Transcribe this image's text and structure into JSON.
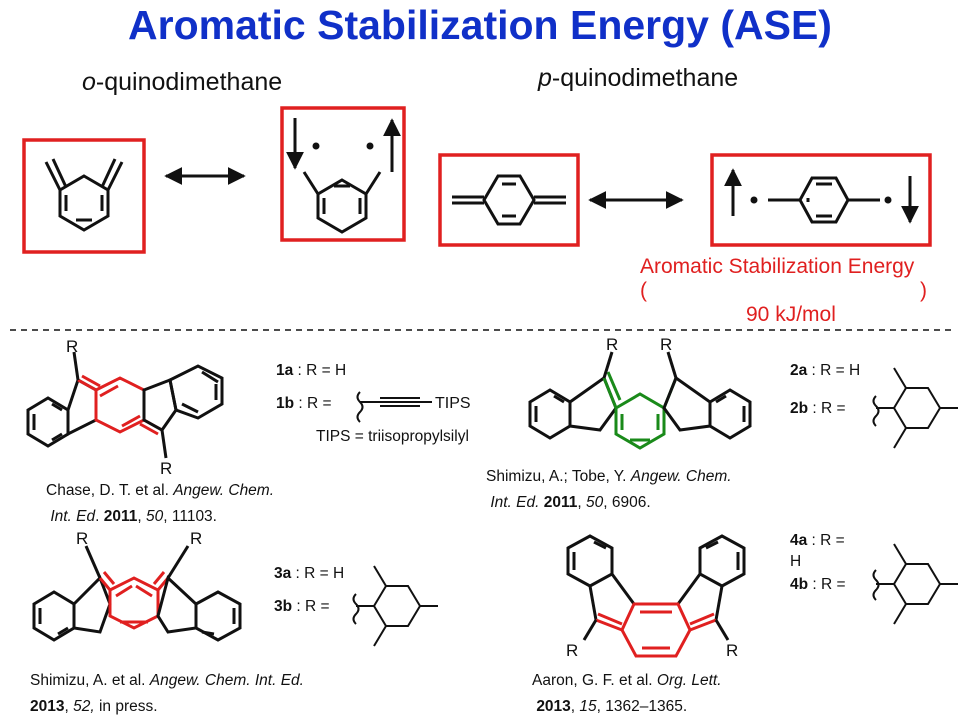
{
  "title": "Aromatic Stabilization Energy (ASE)",
  "o_label": {
    "prefix": "o",
    "rest": "-quinodimethane"
  },
  "p_label": {
    "prefix": "p",
    "rest": "-quinodimethane"
  },
  "ase": {
    "line1": "Aromatic Stabilization Energy",
    "line2": "(             )",
    "line3": "90 kJ/mol"
  },
  "compound1": {
    "label_a_bold": "1a",
    "label_a_rest": " : R = H",
    "label_b_bold": "1b",
    "label_b_rest": " : R = ",
    "tips": "TIPS",
    "tips_def": "TIPS = triisopropylsilyl",
    "r": "R"
  },
  "compound2": {
    "label_a_bold": "2a",
    "label_a_rest": " : R = H",
    "label_b_bold": "2b",
    "label_b_rest": " : R = ",
    "r": "R"
  },
  "compound3": {
    "label_a_bold": "3a",
    "label_a_rest": " : R = H",
    "label_b_bold": "3b",
    "label_b_rest": " : R = ",
    "r": "R"
  },
  "compound4": {
    "label_a_bold": "4a",
    "label_a_rest": " : R =",
    "label_a_line2": "H",
    "label_b_bold": "4b",
    "label_b_rest": " : R = ",
    "r": "R"
  },
  "citations": {
    "c1": {
      "a": "Chase, D. T.  et al. ",
      "j1": "Angew. Chem.",
      "j2": "Int. Ed",
      "dot": ". ",
      "year": "2011",
      "sep": ", ",
      "vol": "50",
      "pages": ", 11103."
    },
    "c2": {
      "a": "Shimizu, A.; Tobe, Y. ",
      "j1": "Angew. Chem.",
      "j2": "Int. Ed.",
      "sp": " ",
      "year": "2011",
      "sep": ", ",
      "vol": "50",
      "pages": ", 6906."
    },
    "c3": {
      "a": "Shimizu, A. et al. ",
      "j1": "Angew. Chem. Int. Ed.",
      "year": "2013",
      "sep": ", ",
      "vol": "52,",
      "pages": " in press."
    },
    "c4": {
      "a": "Aaron, G. F. et al. ",
      "j1": "Org. Lett.",
      "year": "2013",
      "sep": ", ",
      "vol": "15",
      "pages": ", 1362–1365."
    }
  },
  "colors": {
    "title": "#1030c8",
    "highlight": "#e02020",
    "green": "#1a8a1a"
  }
}
